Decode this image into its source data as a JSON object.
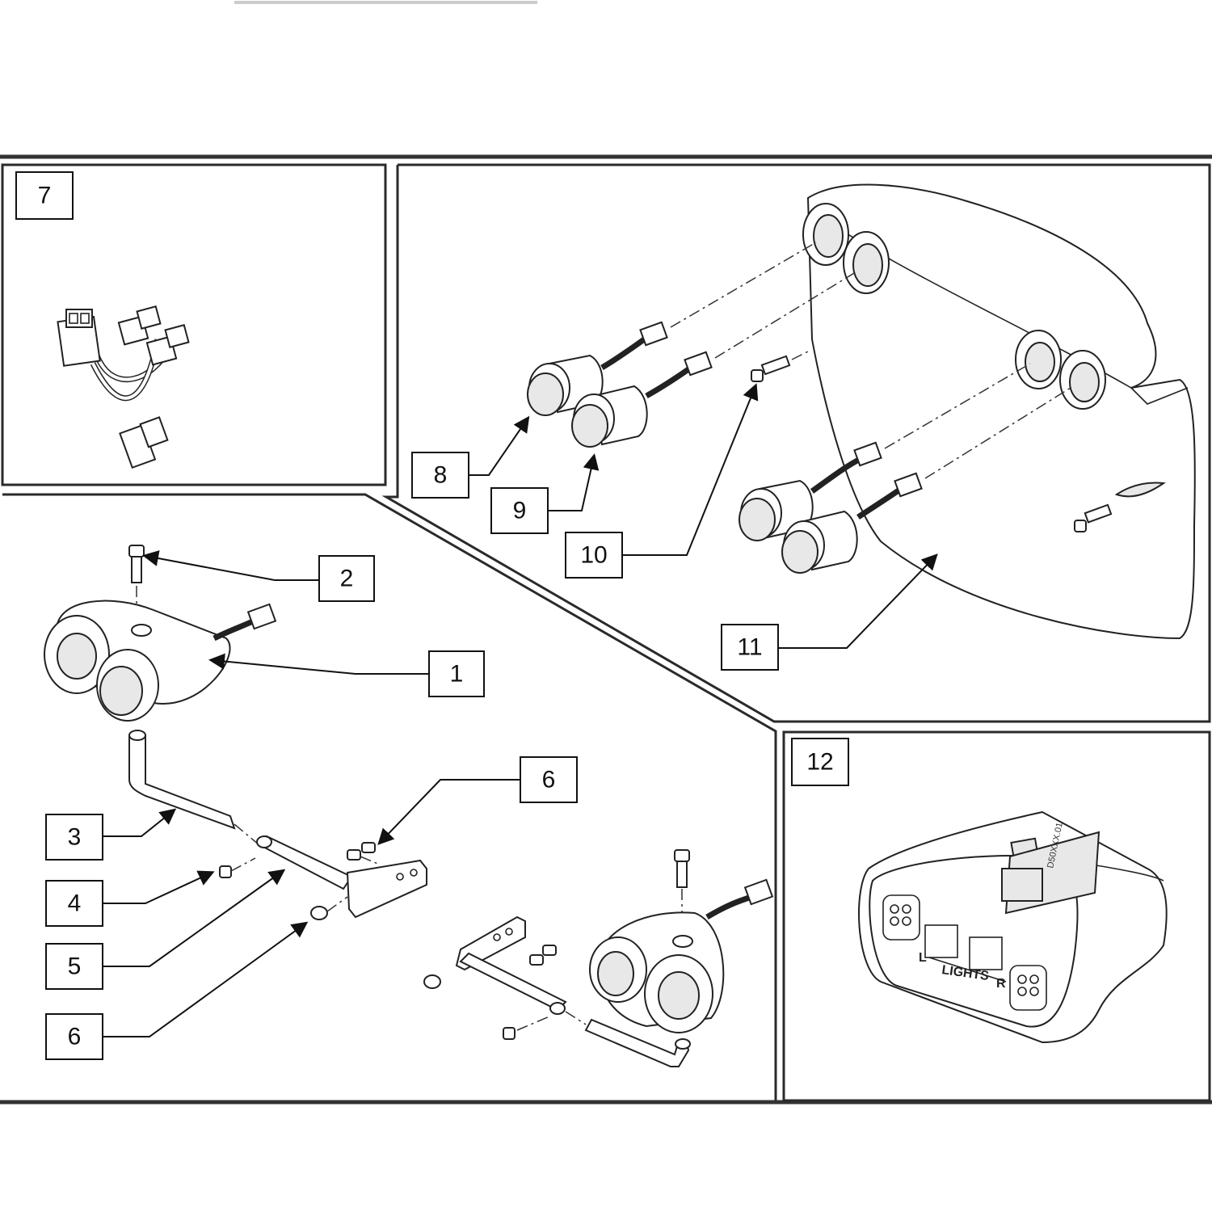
{
  "callouts": {
    "c1": "1",
    "c2": "2",
    "c3": "3",
    "c4": "4",
    "c5": "5",
    "c6a": "6",
    "c6b": "6",
    "c7": "7",
    "c8": "8",
    "c9": "9",
    "c10": "10",
    "c11": "11",
    "c12": "12"
  },
  "module": {
    "connector_left": "L",
    "connector_label": "LIGHTS",
    "connector_right": "R",
    "part_code": "D50XXX.01"
  },
  "colors": {
    "line": "#222222",
    "frame": "#333333",
    "background": "#ffffff"
  }
}
